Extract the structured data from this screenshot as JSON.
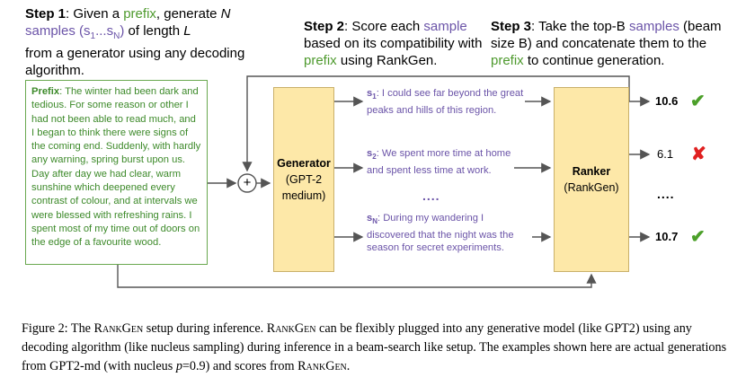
{
  "step1": {
    "label": "Step 1",
    "t1": ": Given a ",
    "prefix_word": "prefix",
    "t2": ", generate ",
    "n": "N",
    "samples_word": "samples",
    "paren_open": " (s",
    "sub1": "1",
    "ellipsis": "...s",
    "subN": "N",
    "paren_close": ")",
    "t3": " of length ",
    "l": "L",
    "t4": " from a generator using any decoding algorithm."
  },
  "step2": {
    "label": "Step 2",
    "t1": ": Score each ",
    "samples_word": "sample",
    "t2": " based on its compatibility with ",
    "prefix_word": "prefix",
    "t3": " using RankGen."
  },
  "step3": {
    "label": "Step 3",
    "t1": ": Take the top-B ",
    "samples_word": "samples",
    "t2": " (beam size B) and concatenate them to the ",
    "prefix_word": "prefix",
    "t3": " to continue generation."
  },
  "prefix_box": {
    "label": "Prefix",
    "text": ": The winter had been dark and tedious. For some reason or other I had not been able to read much, and I began to think there were signs of the coming end. Suddenly, with hardly any warning, spring burst upon us. Day after day we had clear, warm sunshine which deepened every contrast of colour, and at intervals we were blessed with refreshing rains. I spent most of my time out of doors on the edge of a favourite wood."
  },
  "plus_symbol": "+",
  "generator": {
    "title": "Generator",
    "subtitle": "(GPT-2 medium)"
  },
  "ranker": {
    "title": "Ranker",
    "subtitle": "(RankGen)"
  },
  "samples": [
    {
      "id": "s",
      "sub": "1",
      "text": ": I could see far beyond the great peaks and hills of this region."
    },
    {
      "id": "s",
      "sub": "2",
      "text": ": We spent more time at home and spent less time at work."
    },
    {
      "id": "s",
      "sub": "N",
      "text": ": During my wandering I discovered that the night was the season for secret experiments."
    }
  ],
  "middle_dots": "....",
  "right_dots": "....",
  "scores": [
    {
      "value": "10.6",
      "mark": "✔"
    },
    {
      "value": "6.1",
      "mark": "✘"
    },
    {
      "value": "10.7",
      "mark": "✔"
    }
  ],
  "caption": {
    "fig": "Figure 2: The ",
    "rankgen1": "RankGen",
    "t1": " setup during inference. ",
    "rankgen2": "RankGen",
    "t2": " can be flexibly plugged into any generative model (like GPT2) using any decoding algorithm (like nucleus sampling) during inference in a beam-search like setup. The examples shown here are actual generations from GPT2-md (with nucleus ",
    "p": "p",
    "t3": "=0.9) and scores from ",
    "rankgen3": "RankGen",
    "t4": "."
  },
  "colors": {
    "prefix_green": "#4e9a2e",
    "sample_purple": "#6b54a8",
    "block_fill": "#fde8a8",
    "check_green": "#4ca02a",
    "cross_red": "#e02020"
  }
}
